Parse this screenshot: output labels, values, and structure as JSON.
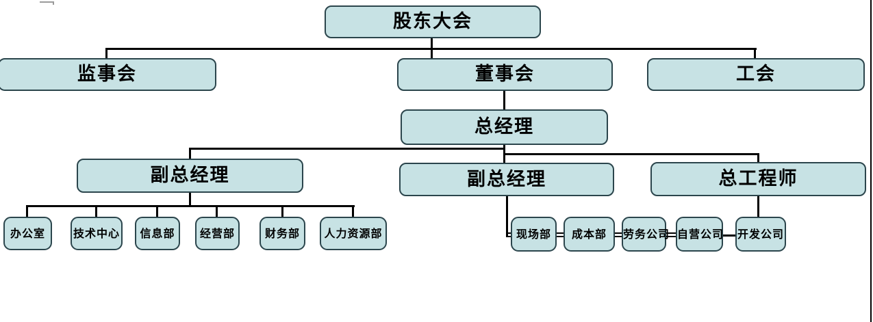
{
  "diagram": {
    "type": "org-chart",
    "language": "zh-CN",
    "colors": {
      "node_fill": "#c7e2e4",
      "node_border": "#2b454c",
      "connector": "#000000",
      "background": "#ffffff",
      "crop_artifact": "#9a9a9a"
    },
    "nodes": [
      {
        "id": "shareholders-meeting",
        "label": "股东大会",
        "level": 1
      },
      {
        "id": "supervisory-board",
        "label": "监事会",
        "level": 2
      },
      {
        "id": "board-of-directors",
        "label": "董事会",
        "level": 2
      },
      {
        "id": "labor-union",
        "label": "工会",
        "level": 2
      },
      {
        "id": "general-manager",
        "label": "总经理",
        "level": 3
      },
      {
        "id": "deputy-gm-1",
        "label": "副总经理",
        "level": 4
      },
      {
        "id": "deputy-gm-2",
        "label": "副总经理",
        "level": 4
      },
      {
        "id": "chief-engineer",
        "label": "总工程师",
        "level": 4
      },
      {
        "id": "office",
        "label": "办公室",
        "level": 5
      },
      {
        "id": "technology-center",
        "label": "技术中心",
        "level": 5
      },
      {
        "id": "information-dept",
        "label": "信息部",
        "level": 5
      },
      {
        "id": "business-dept",
        "label": "经营部",
        "level": 5
      },
      {
        "id": "finance-dept",
        "label": "财务部",
        "level": 5
      },
      {
        "id": "hr-dept",
        "label": "人力资源部",
        "level": 5
      },
      {
        "id": "site-dept",
        "label": "现场部",
        "level": 5
      },
      {
        "id": "cost-dept",
        "label": "成本部",
        "level": 5
      },
      {
        "id": "labor-service-company",
        "label": "劳务公司",
        "level": 5
      },
      {
        "id": "self-operated-company",
        "label": "自营公司",
        "level": 5
      },
      {
        "id": "development-company",
        "label": "开发公司",
        "level": 5
      }
    ],
    "edges": [
      {
        "from": "shareholders-meeting",
        "to": "supervisory-board"
      },
      {
        "from": "shareholders-meeting",
        "to": "board-of-directors"
      },
      {
        "from": "shareholders-meeting",
        "to": "labor-union"
      },
      {
        "from": "board-of-directors",
        "to": "general-manager"
      },
      {
        "from": "general-manager",
        "to": "deputy-gm-1"
      },
      {
        "from": "general-manager",
        "to": "deputy-gm-2"
      },
      {
        "from": "general-manager",
        "to": "chief-engineer"
      },
      {
        "from": "deputy-gm-1",
        "to": "office"
      },
      {
        "from": "deputy-gm-1",
        "to": "technology-center"
      },
      {
        "from": "deputy-gm-1",
        "to": "information-dept"
      },
      {
        "from": "deputy-gm-1",
        "to": "business-dept"
      },
      {
        "from": "deputy-gm-1",
        "to": "finance-dept"
      },
      {
        "from": "deputy-gm-1",
        "to": "hr-dept"
      },
      {
        "from": "deputy-gm-2",
        "to": "site-dept"
      },
      {
        "from": "site-dept",
        "to": "cost-dept"
      },
      {
        "from": "cost-dept",
        "to": "labor-service-company"
      },
      {
        "from": "labor-service-company",
        "to": "self-operated-company"
      },
      {
        "from": "self-operated-company",
        "to": "development-company"
      },
      {
        "from": "chief-engineer",
        "to": "development-company"
      }
    ]
  }
}
